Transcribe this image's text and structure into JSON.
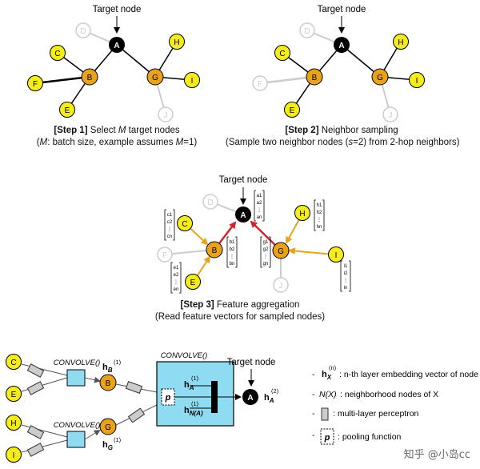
{
  "labels": {
    "target_node": "Target node",
    "convolve": "CONVOLVE()"
  },
  "nodes": {
    "A": "A",
    "B": "B",
    "C": "C",
    "D": "D",
    "E": "E",
    "F": "F",
    "G": "G",
    "H": "H",
    "I": "I",
    "J": "J"
  },
  "steps": {
    "s1_bold": "[Step 1]",
    "s1_text_pre": " Select ",
    "s1_M": "M",
    "s1_text_post": " target nodes",
    "s1_line2_pre": "(",
    "s1_line2_M": "M",
    "s1_line2_mid": ": batch size, example assumes ",
    "s1_line2_M2": "M",
    "s1_line2_post": "=1)",
    "s2_bold": "[Step 2]",
    "s2_text": " Neighbor sampling",
    "s2_line2_pre": "(Sample two neighbor nodes (",
    "s2_line2_s": "s",
    "s2_line2_post": "=2) from 2-hop neighbors)",
    "s3_bold": "[Step 3]",
    "s3_text": " Feature aggregation",
    "s3_line2": "(Read feature vectors for sampled nodes)"
  },
  "vectors": {
    "a": [
      "a1",
      "a2",
      "⋮",
      "an"
    ],
    "b": [
      "b1",
      "b2",
      "⋮",
      "bn"
    ],
    "c": [
      "c1",
      "c2",
      "⋮",
      "cn"
    ],
    "e": [
      "e1",
      "e2",
      "⋮",
      "en"
    ],
    "g": [
      "g1",
      "g2",
      "⋮",
      "gn"
    ],
    "h": [
      "h1",
      "h2",
      "⋮",
      "hn"
    ],
    "i": [
      "i1",
      "i2",
      "⋮",
      "in"
    ]
  },
  "step4": {
    "hB": "h",
    "hB_sub": "B",
    "hG_sub": "G",
    "hA_sub": "A",
    "hNA_sub": "N(A)",
    "sup1": "(1)",
    "sup2": "(2)",
    "p": "p"
  },
  "legend": {
    "item1_sym": "h",
    "item1_sup": "(n)",
    "item1_sub": "X",
    "item1_text": ": n-th layer embedding vector of node X",
    "item2_sym": "N(X)",
    "item2_text": ": neighborhood nodes of X",
    "item3_text": ": multi-layer perceptron",
    "item4_sym": "p",
    "item4_text": ": pooling function"
  },
  "watermark": "知乎 @小岛cc",
  "colors": {
    "yellow": "#f5ec1d",
    "orange": "#e9a21b",
    "black": "#000000",
    "faded": "#d6d6d6",
    "red_arrow": "#d2262f",
    "gold_arrow": "#e6a41a",
    "cyan": "#8fdcf2"
  }
}
